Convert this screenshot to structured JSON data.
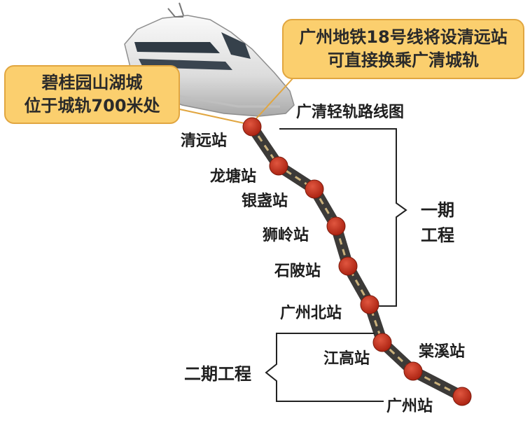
{
  "callouts": {
    "left": {
      "line1": "碧桂园山湖城",
      "line2": "位于城轨700米处"
    },
    "right": {
      "line1": "广州地铁18号线将设清远站",
      "line2": "可直接换乘广清城轨"
    }
  },
  "map_title": "广清轻轨路线图",
  "stations": [
    {
      "name": "清远站"
    },
    {
      "name": "龙塘站"
    },
    {
      "name": "银盏站"
    },
    {
      "name": "狮岭站"
    },
    {
      "name": "石陂站"
    },
    {
      "name": "广州北站"
    },
    {
      "name": "江高站"
    },
    {
      "name": "棠溪站"
    },
    {
      "name": "广州站"
    }
  ],
  "phases": {
    "phase1": {
      "line1": "一期",
      "line2": "工程"
    },
    "phase2": {
      "label": "二期工程"
    }
  },
  "colors": {
    "station_fill": "#c0301f",
    "track": "#3c3a38",
    "callout_fill": "#fbcf6e",
    "callout_border": "#e1a640"
  }
}
